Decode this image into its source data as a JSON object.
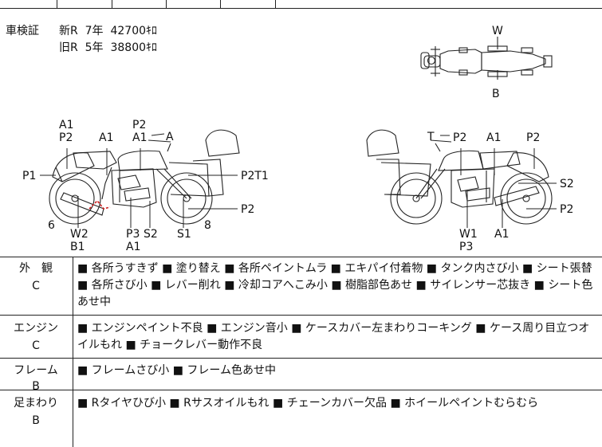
{
  "registration": {
    "label": "車検証",
    "lines": [
      {
        "type": "新R",
        "years": "7年",
        "price": "42700ｷﾛ"
      },
      {
        "type": "旧R",
        "years": "5年",
        "price": "38800ｷﾛ"
      }
    ]
  },
  "top_view": {
    "front": "W",
    "rear": "B"
  },
  "left_bike_labels": [
    "A1",
    "P2",
    "A1",
    "P2",
    "A1",
    "A",
    "P1",
    "P2T1",
    "P2",
    "6",
    "W2",
    "B1",
    "P3",
    "S2",
    "A1",
    "S1",
    "8"
  ],
  "right_bike_labels": [
    "T",
    "P2",
    "A1",
    "P2",
    "S2",
    "P2",
    "W1",
    "P3",
    "A1"
  ],
  "rows": [
    {
      "category": "外　観",
      "grade": "C",
      "details": "■ 各所うすきず ■ 塗り替え ■ 各所ペイントムラ ■ エキパイ付着物 ■ タンク内さび小 ■ シート張替 ■ 各所さび小 ■ レバー削れ ■ 冷却コアへこみ小 ■ 樹脂部色あせ ■ サイレンサー芯抜き ■ シート色あせ中"
    },
    {
      "category": "エンジン",
      "grade": "C",
      "details": "■ エンジンペイント不良 ■ エンジン音小 ■ ケースカバー左まわりコーキング ■ ケース周り目立つオイルもれ ■ チョークレバー動作不良"
    },
    {
      "category": "フレーム",
      "grade": "B",
      "details": "■ フレームさび小 ■ フレーム色あせ中"
    },
    {
      "category": "足まわり",
      "grade": "B",
      "details": "■ Rタイヤひび小 ■ Rサスオイルもれ ■ チェーンカバー欠品 ■ ホイールペイントむらむら"
    }
  ]
}
